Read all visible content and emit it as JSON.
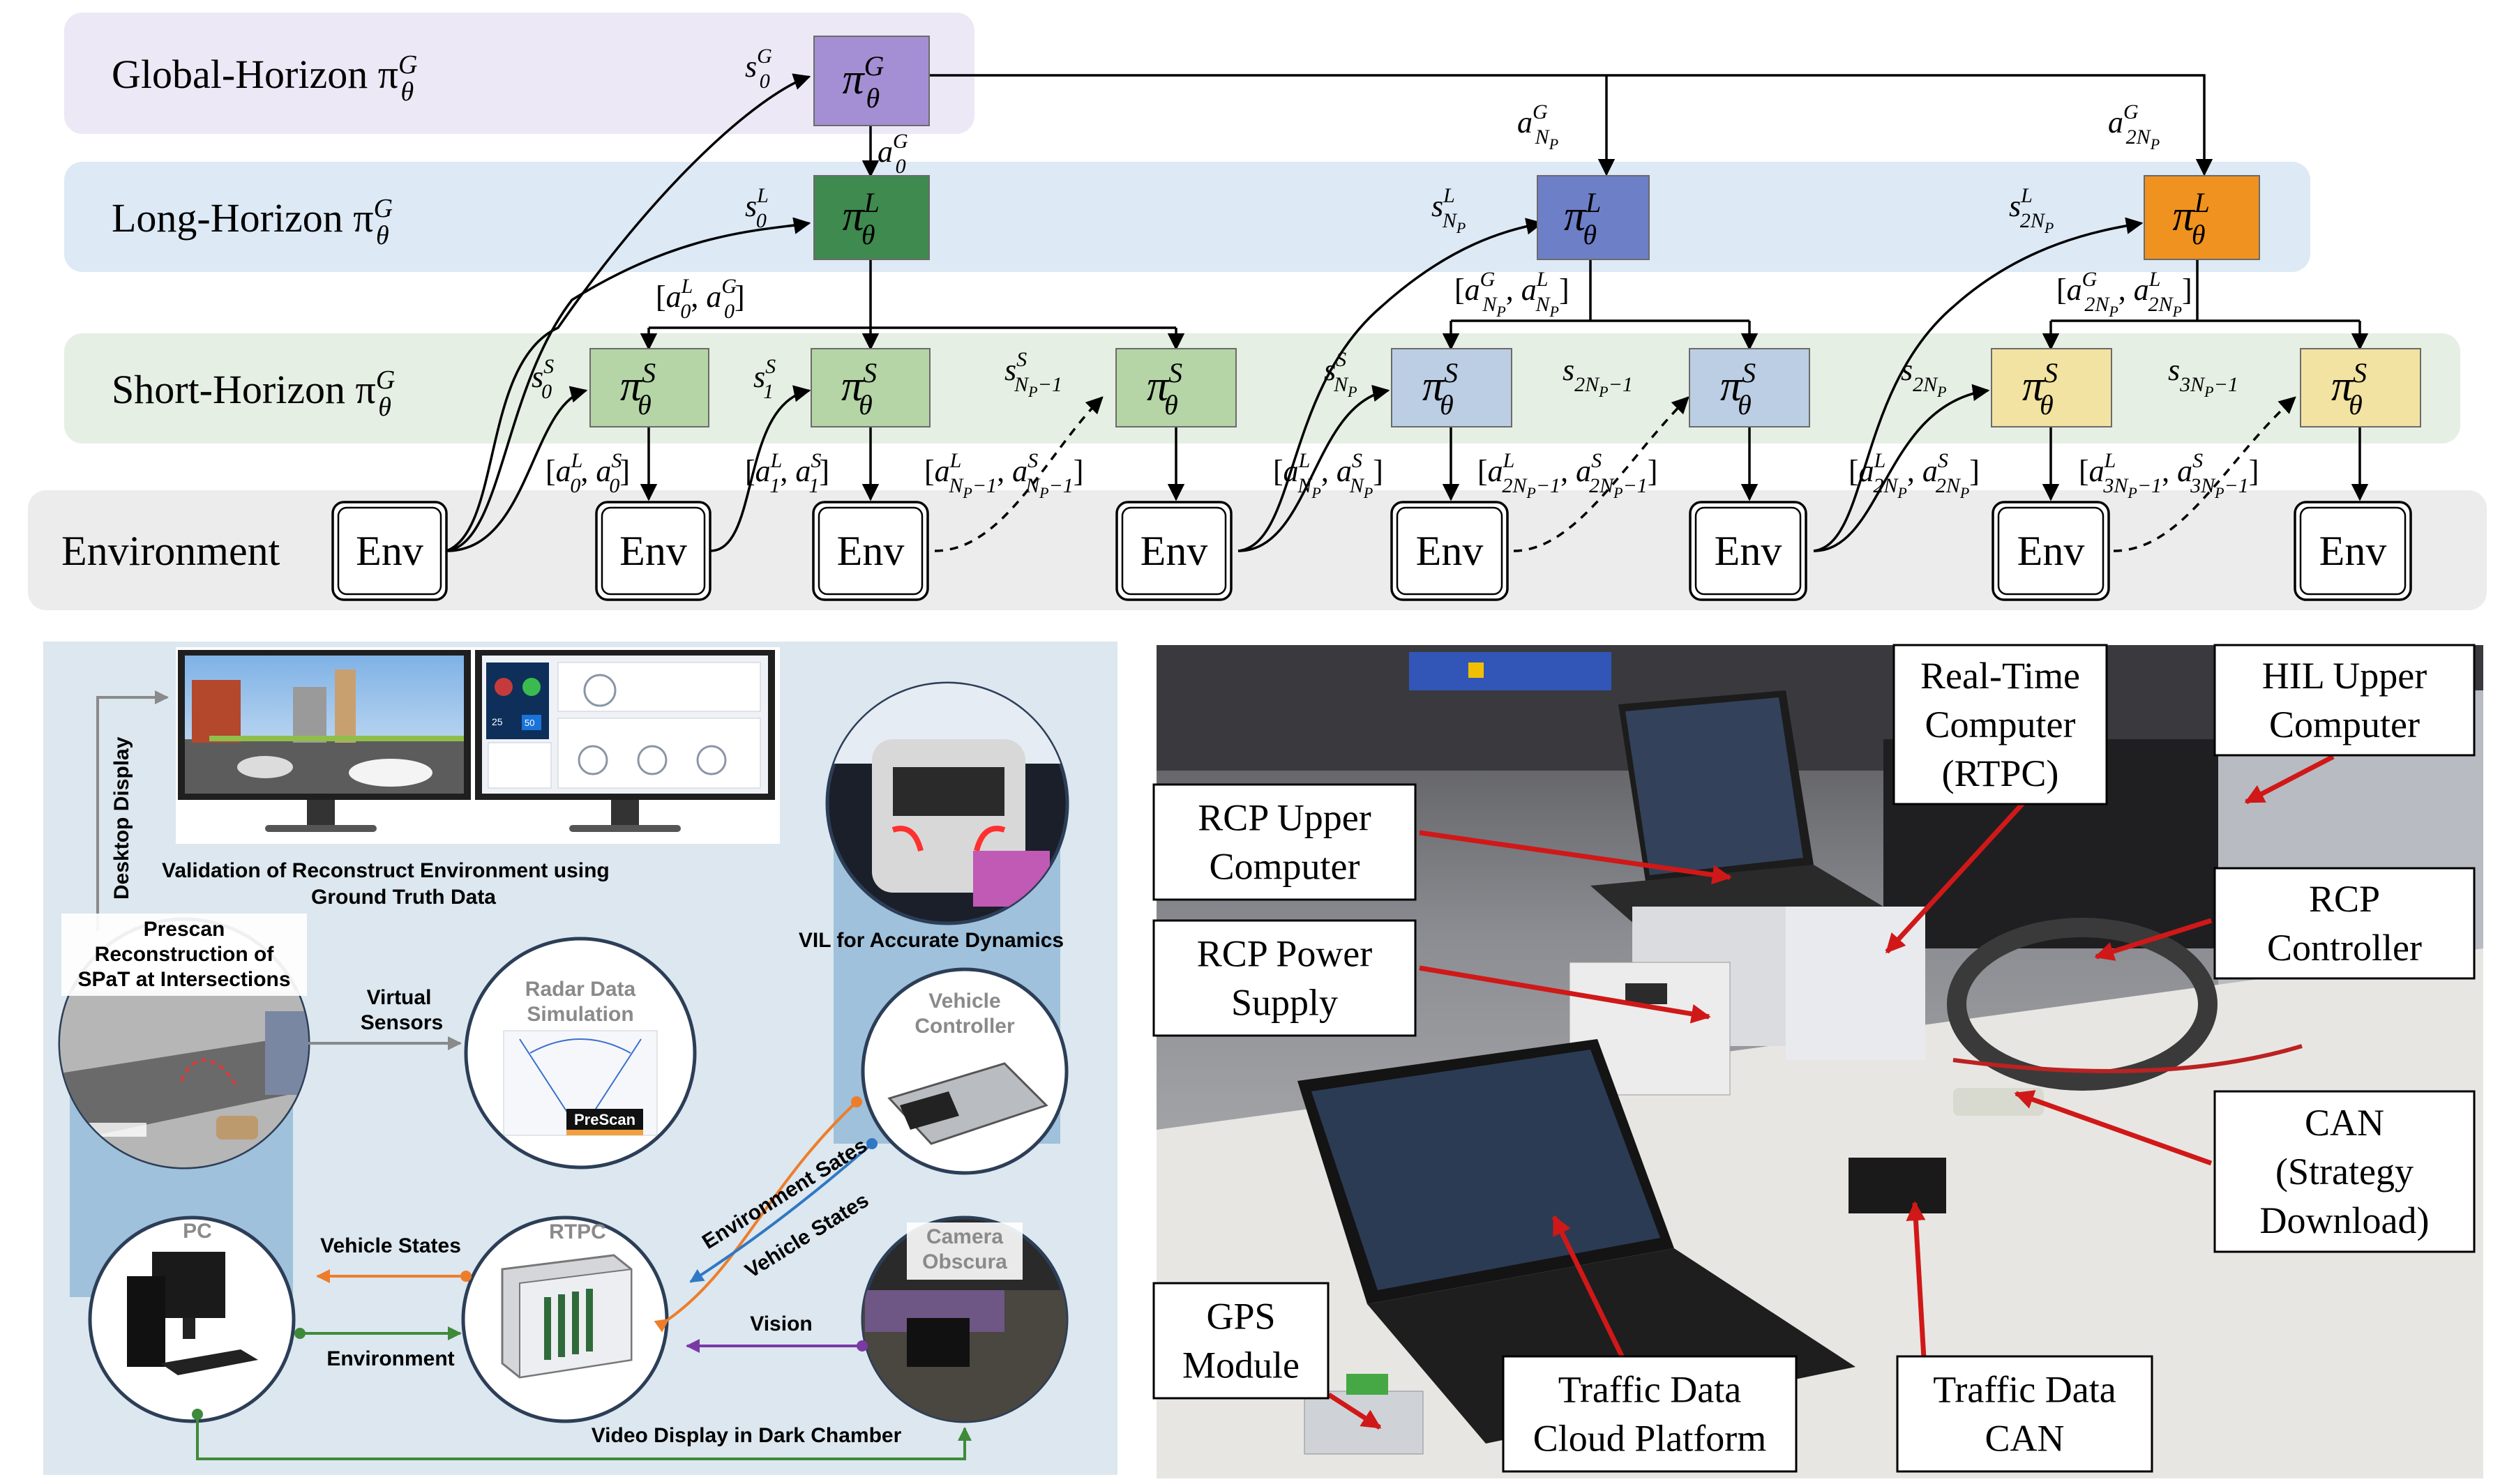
{
  "hierarchy": {
    "bands": {
      "global": "Global-Horizon π",
      "long": "Long-Horizon π",
      "short": "Short-Horizon π",
      "env": "Environment"
    },
    "band_sup": "G",
    "band_sub": "θ",
    "policy_symbol": "π",
    "theta": "θ",
    "env_label": "Env",
    "state_s": "s",
    "action_a": "a",
    "sup_G": "G",
    "sup_L": "L",
    "sup_S": "S",
    "sub_0": "0",
    "sub_1": "1",
    "sub_NP": "N",
    "sub_P": "P",
    "sub_NPm1": "N",
    "sub_m1": "−1",
    "sub_2": "2",
    "sub_3": "3",
    "comma": ", ",
    "lbr": "[",
    "rbr": "]",
    "colors": {
      "global_band": "#ece8f5",
      "long_band": "#dde9f5",
      "short_band": "#e6efe4",
      "env_band": "#ececec",
      "pi_global": "#a48fd4",
      "pi_long_1": "#3f8a4e",
      "pi_long_2": "#6d7fc7",
      "pi_long_3": "#f0921f",
      "pi_short_1": "#b5d5a6",
      "pi_short_2": "#bccee3",
      "pi_short_3": "#f3e3a2"
    }
  },
  "hil": {
    "desktop_display": "Desktop Display",
    "validation": "Validation of Reconstruct Environment using",
    "validation2": "Ground Truth Data",
    "prescan_1": "Prescan",
    "prescan_2": "Reconstruction of",
    "prescan_3": "SPaT at Intersections",
    "virtual_1": "Virtual",
    "virtual_2": "Sensors",
    "radar_1": "Radar Data",
    "radar_2": "Simulation",
    "prescan_logo": "PreScan",
    "vil": "VIL for Accurate Dynamics",
    "vehicle_ctrl_1": "Vehicle",
    "vehicle_ctrl_2": "Controller",
    "env_sates": "Environment Sates",
    "vehicle_states_diag": "Vehicle States",
    "pc": "PC",
    "vehicle_states": "Vehicle States",
    "rtpc": "RTPC",
    "environment": "Environment",
    "vision": "Vision",
    "camera_1": "Camera",
    "camera_2": "Obscura",
    "video": "Video Display in Dark Chamber",
    "screen_nums": [
      "25",
      "50"
    ]
  },
  "lab": {
    "rtpc_1": "Real-Time",
    "rtpc_2": "Computer",
    "rtpc_3": "(RTPC)",
    "hil_1": "HIL Upper",
    "hil_2": "Computer",
    "rcp_upper_1": "RCP Upper",
    "rcp_upper_2": "Computer",
    "rcp_ctrl_1": "RCP",
    "rcp_ctrl_2": "Controller",
    "rcp_power_1": "RCP Power",
    "rcp_power_2": "Supply",
    "can_1": "CAN",
    "can_2": "(Strategy",
    "can_3": "Download)",
    "gps_1": "GPS",
    "gps_2": "Module",
    "cloud_1": "Traffic Data",
    "cloud_2": "Cloud Platform",
    "tcan_1": "Traffic Data",
    "tcan_2": "CAN"
  }
}
